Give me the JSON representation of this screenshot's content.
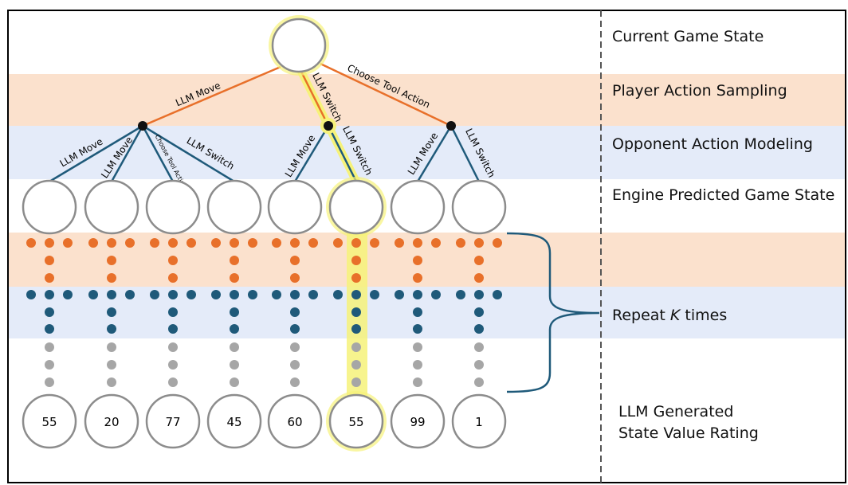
{
  "colors": {
    "orange_band": "#fbe1cd",
    "blue_band": "#e4ebf9",
    "orange": "#e8702a",
    "blue": "#1f5a7a",
    "gray": "#a6a6a6",
    "highlight": "#f6f27a",
    "node_stroke": "#8c8c8c"
  },
  "right_labels": {
    "current_state": "Current Game State",
    "player_sampling": "Player Action Sampling",
    "opponent_modeling": "Opponent Action Modeling",
    "engine_predicted": "Engine Predicted Game State",
    "repeat_prefix": "Repeat ",
    "repeat_k": "K",
    "repeat_suffix": " times",
    "llm_generated": "LLM Generated",
    "state_value_rating": "State Value Rating"
  },
  "player_actions": [
    "LLM Move",
    "LLM Switch",
    "Choose Tool Action"
  ],
  "opponent_actions": [
    [
      "LLM Move",
      "LLM Move",
      "Choose Tool Action",
      "LLM Switch"
    ],
    [
      "LLM Move",
      "LLM Switch"
    ],
    [
      "LLM Move",
      "LLM Switch"
    ]
  ],
  "state_values": [
    "55",
    "20",
    "77",
    "45",
    "60",
    "55",
    "99",
    "1"
  ],
  "highlighted_leaf_index": 5
}
